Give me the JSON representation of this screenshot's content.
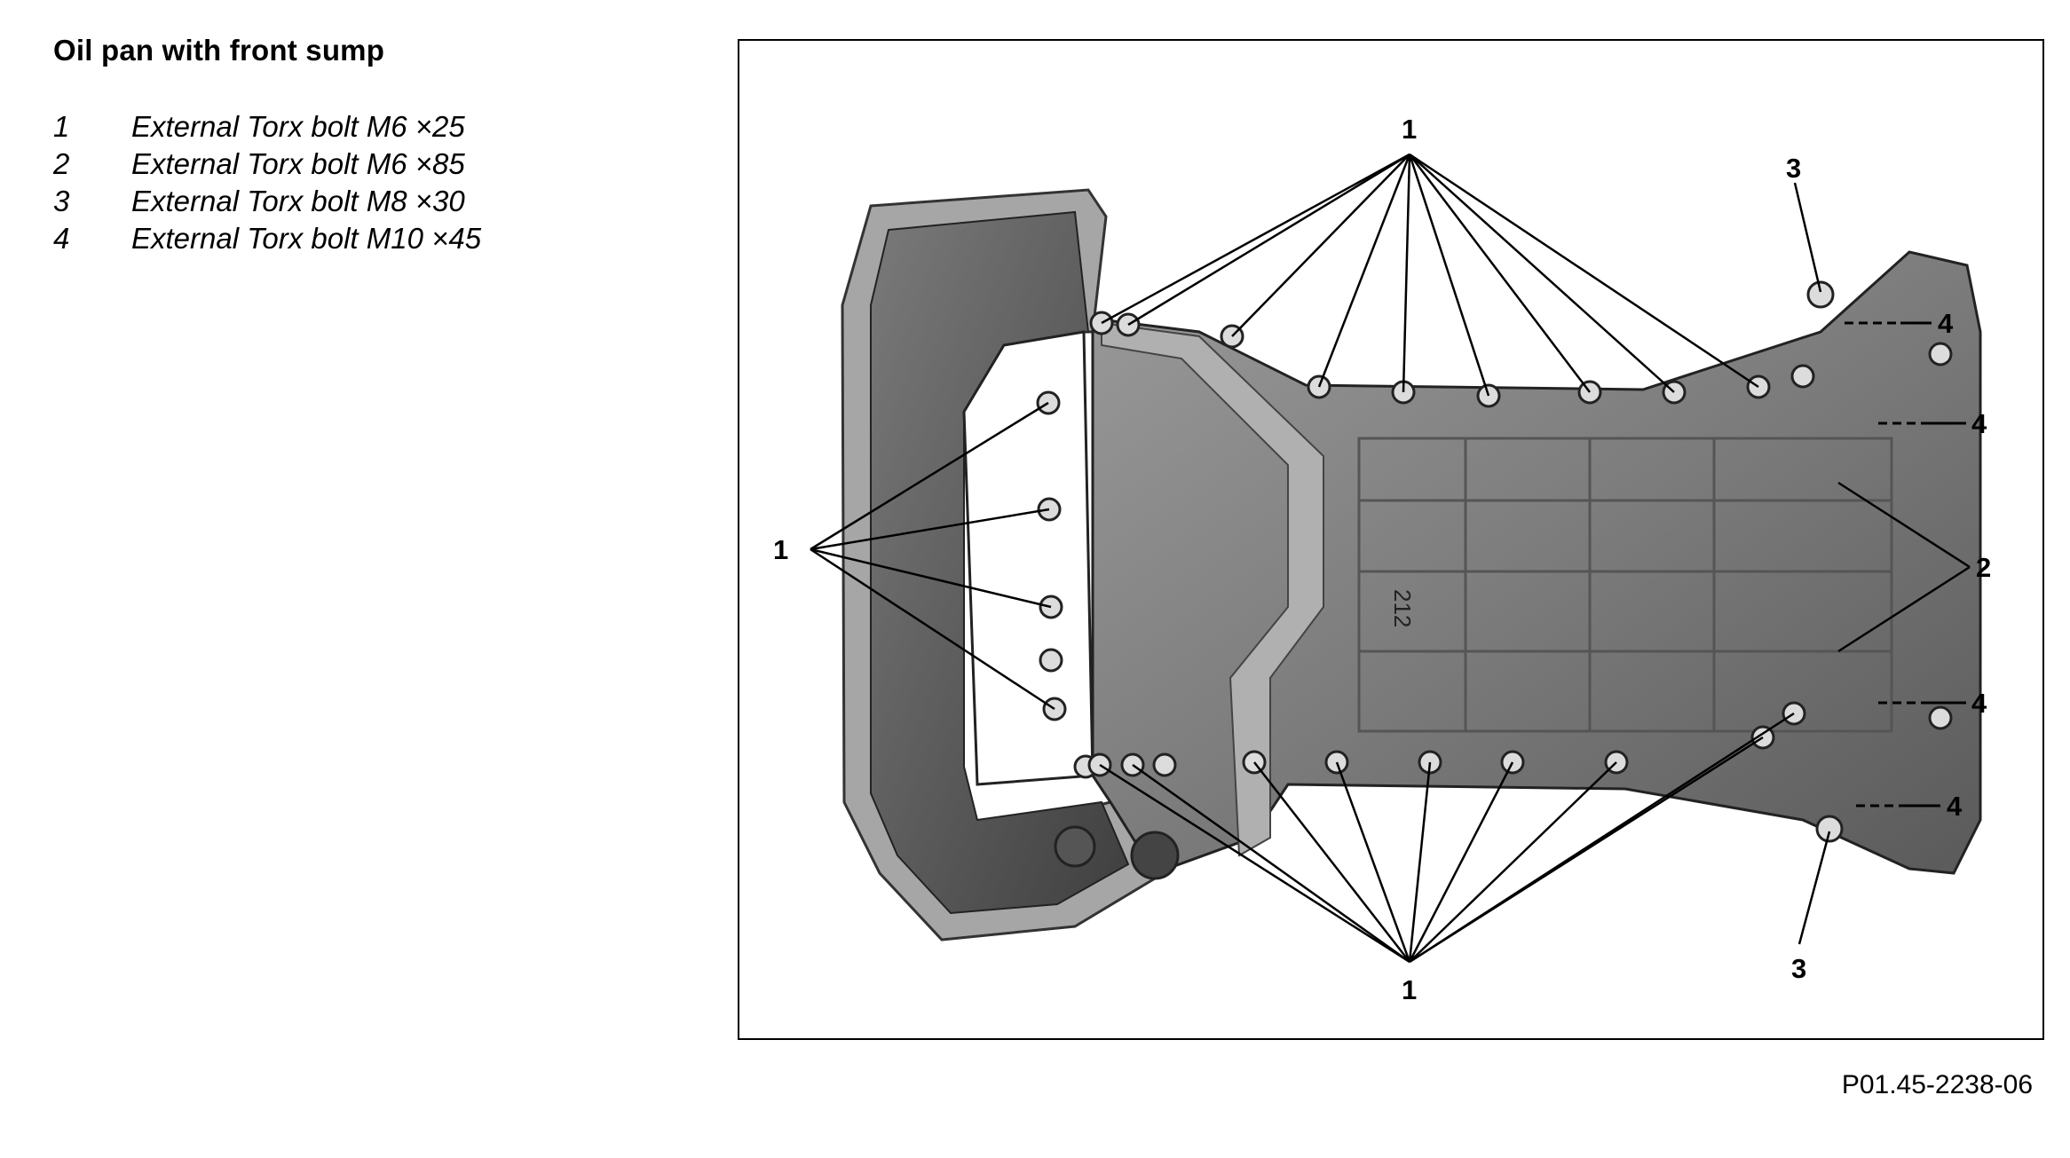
{
  "title": "Oil pan with front sump",
  "legend": [
    {
      "num": "1",
      "text": "External Torx bolt M6 ×25"
    },
    {
      "num": "2",
      "text": "External Torx bolt M6 ×85"
    },
    {
      "num": "3",
      "text": "External Torx bolt M8 ×30"
    },
    {
      "num": "4",
      "text": "External Torx bolt M10 ×45"
    }
  ],
  "callouts": {
    "top_1": "1",
    "left_1": "1",
    "bottom_1": "1",
    "top_3": "3",
    "bottom_3": "3",
    "right_2": "2",
    "right_4a": "4",
    "right_4b": "4",
    "right_4c": "4",
    "right_4d": "4"
  },
  "part_marking": "212",
  "figure_id": "P01.45-2238-06",
  "colors": {
    "pan_body": "#8a8a8a",
    "pan_dark": "#5e5e5e",
    "flange": "#a8a8a8",
    "line": "#000000"
  }
}
